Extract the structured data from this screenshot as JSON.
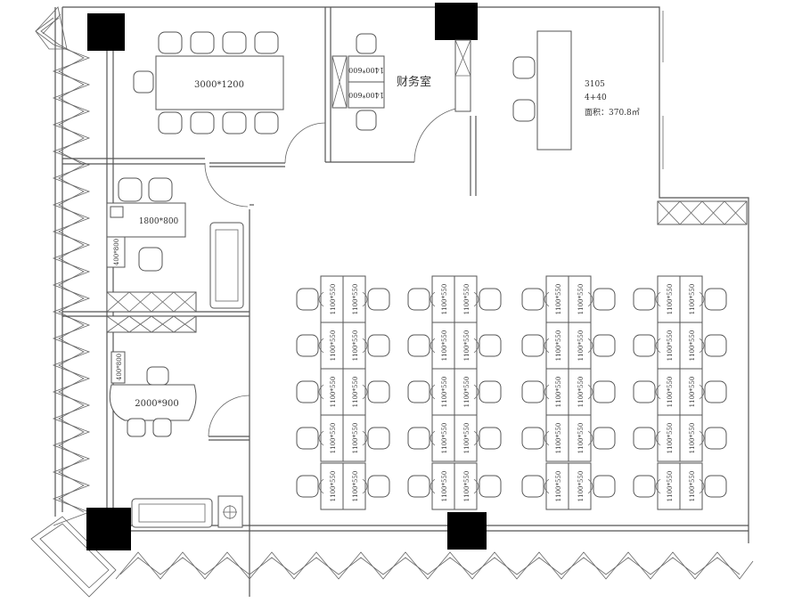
{
  "rooms": {
    "conference": {
      "table_size": "3000*1200"
    },
    "finance": {
      "name": "财务室",
      "desk_label": "1400*600"
    },
    "office_right": {
      "room_no": "3105",
      "code": "4+40",
      "area": "面积：370.8㎡"
    },
    "manager_1": {
      "desk_label": "1800*800",
      "cabinet_label": "400*800"
    },
    "manager_2": {
      "desk_label": "2000*900",
      "cabinet_label": "400*800"
    }
  },
  "workstations": {
    "label_left": "1100*550",
    "label_right": "1100*550"
  }
}
